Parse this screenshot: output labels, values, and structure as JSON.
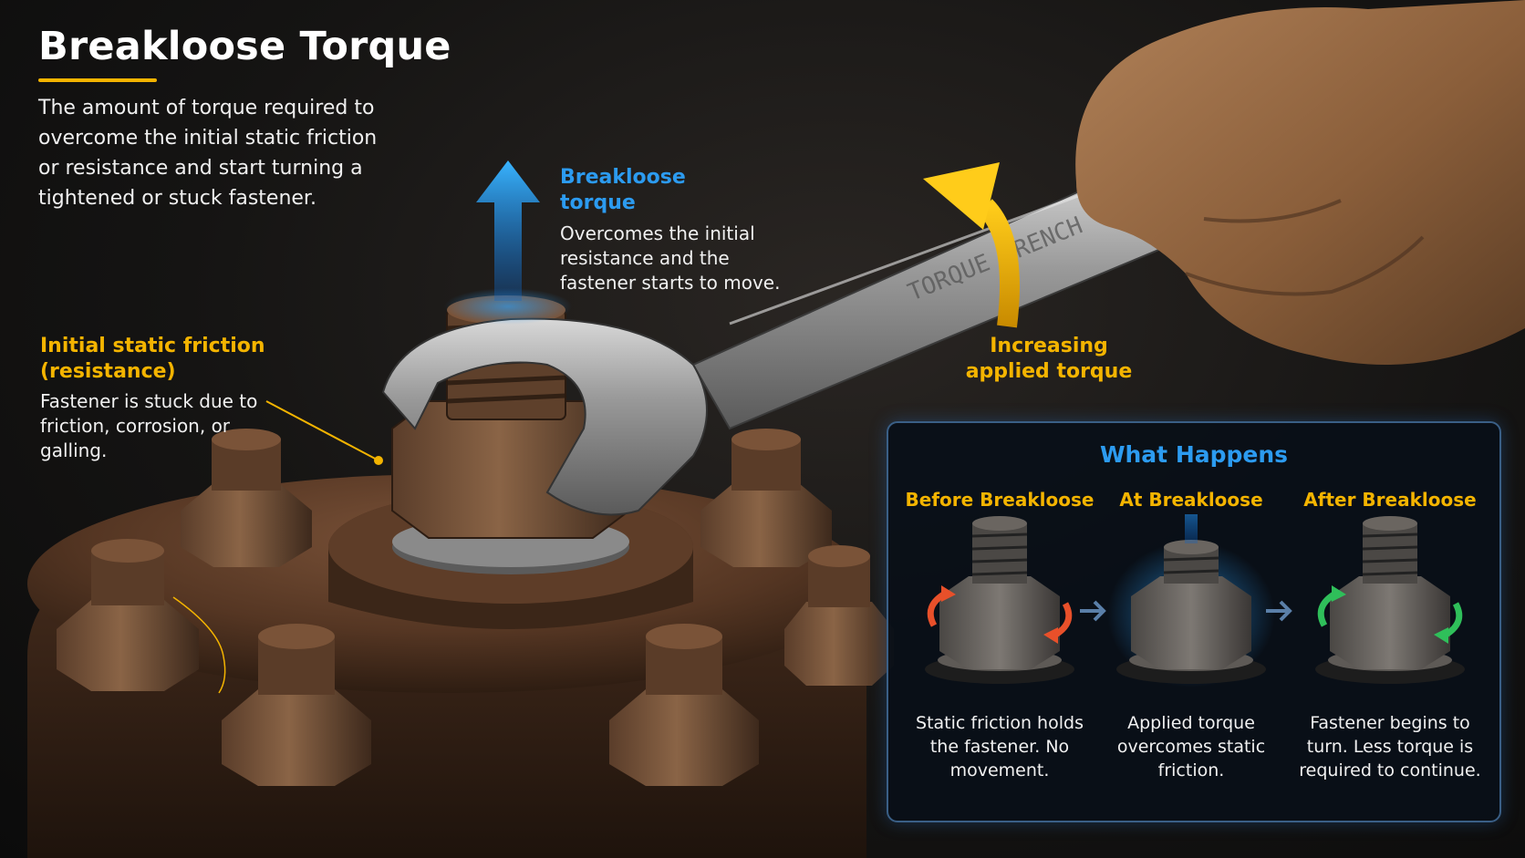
{
  "title": "Breakloose Torque",
  "intro": "The amount of torque required to overcome the initial static friction or resistance and start turning a tightened or stuck fastener.",
  "callouts": {
    "breakloose": {
      "title": "Breakloose torque",
      "desc": "Overcomes the initial resistance and the fastener starts to move."
    },
    "static_friction": {
      "title": "Initial static friction (resistance)",
      "desc": "Fastener is stuck due to friction, corrosion, or galling."
    },
    "increasing": {
      "title": "Increasing applied torque"
    }
  },
  "wrench_stamp": "TORQUE WRENCH",
  "panel": {
    "title": "What Happens",
    "stages": [
      {
        "label": "Before Breakloose",
        "desc": "Static friction holds the fastener. No movement."
      },
      {
        "label": "At Breakloose",
        "desc": "Applied torque overcomes static friction."
      },
      {
        "label": "After Breakloose",
        "desc": "Fastener begins to turn. Less torque is required to continue."
      }
    ]
  },
  "colors": {
    "accent_yellow": "#f4b400",
    "accent_blue": "#2c9bf0",
    "friction_red": "#e8502a",
    "turn_green": "#2fbf5a",
    "rust": "#6e4a33"
  },
  "icons": [
    "up-arrow-icon",
    "curved-arrow-icon",
    "rotation-arrows-icon",
    "chevron-right-icon"
  ]
}
